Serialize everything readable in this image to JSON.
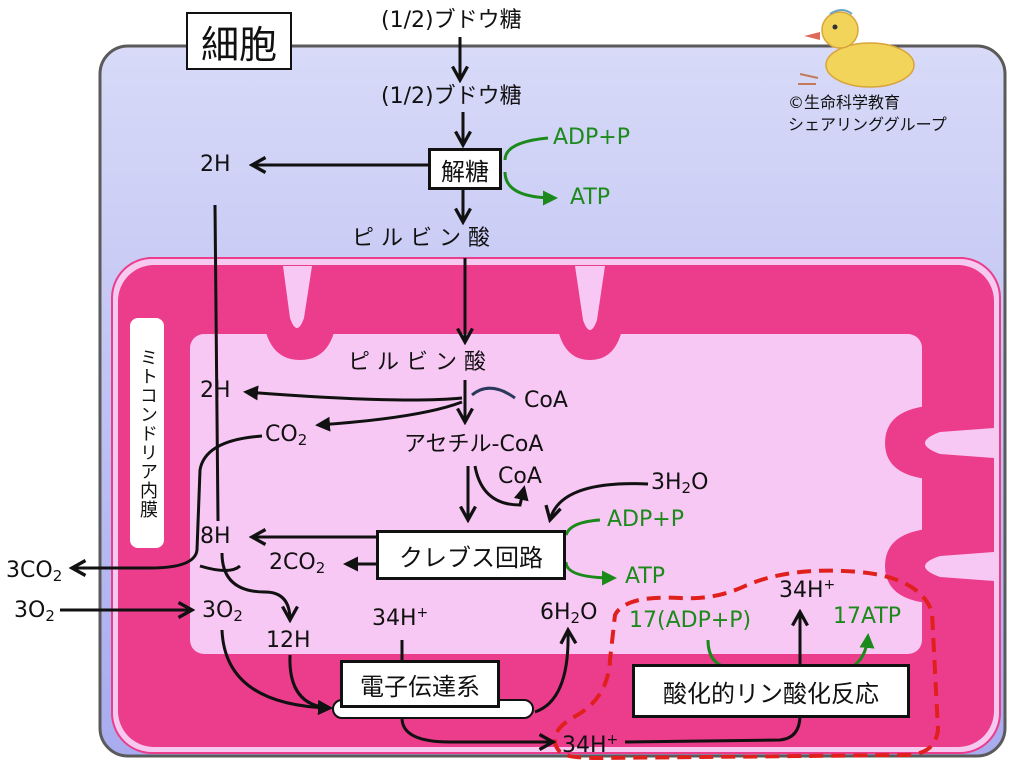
{
  "title": "細胞",
  "credit": {
    "line1": "©生命科学教育",
    "line2": "シェアリンググループ"
  },
  "membrane_label": "ミトコンドリア内膜",
  "labels": {
    "glucose_top": "(1/2)ブドウ糖",
    "glucose_cell": "(1/2)ブドウ糖",
    "glycolysis": "解糖",
    "adp_glycolysis": "ADP+P",
    "atp_glycolysis": "ATP",
    "h_glycolysis": "2H",
    "pyruvate_cyto": "ピ ル ビ ン 酸",
    "pyruvate_mito": "ピ ル ビ ン 酸",
    "h_pyruvate": "2H",
    "coa_in": "CoA",
    "co2_pyruvate": "CO",
    "co2_pyruvate_sub": "2",
    "acetyl_coa": "アセチル-CoA",
    "coa_out": "CoA",
    "h2o_in": "3H",
    "h2o_in_sub": "2",
    "h2o_in_tail": "O",
    "adp_krebs": "ADP+P",
    "krebs": "クレブス回路",
    "atp_krebs": "ATP",
    "h_krebs": "8H",
    "co2_krebs": "2CO",
    "co2_krebs_sub": "2",
    "co2_out": "3CO",
    "co2_out_sub": "2",
    "o2_in": "3O",
    "o2_in_sub": "2",
    "o2_mito": "3O",
    "o2_mito_sub": "2",
    "h_12": "12H",
    "proton_matrix": "34H",
    "proton_matrix_sup": "+",
    "h2o_out": "6H",
    "h2o_out_sub": "2",
    "h2o_out_tail": "O",
    "etc": "電子伝達系",
    "proton_space": "34H",
    "proton_space_sup": "+",
    "proton_return": "34H",
    "proton_return_sup": "+",
    "adp_oxphos": "17(ADP+P)",
    "atp_oxphos": "17ATP",
    "oxphos": "酸化的リン酸化反応"
  },
  "colors": {
    "cell_fill": "#c6c8f5",
    "cell_border": "#5a5a5a",
    "mito_outer": "#f6c9f0",
    "mito_membrane": "#ec3c8c",
    "matrix": "#f8c8f4",
    "green": "#1b8a1b",
    "red_dash": "#e0201c"
  },
  "icons": [
    "duck-illustration"
  ]
}
